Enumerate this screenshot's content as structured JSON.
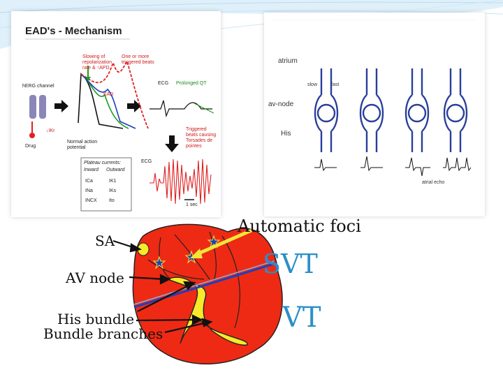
{
  "left_figure": {
    "title": "EAD's - Mechanism",
    "herg_label": "hERG channel",
    "drug_label": "Drug",
    "ikr_label": "↓IKr",
    "slowing_note": "Slowing of repolarization rate & ↑APD",
    "triggered_note": "One or more triggered beats",
    "ead_label": "EAD",
    "normal_ap_label": "Normal action potential",
    "ecg_label": "ECG",
    "prolonged_qt": "Prolonged QT",
    "torsades_note": "Triggered beats causing Torsades de pointes",
    "ecg2_label": "ECG",
    "scale_label": "1 sec",
    "plateau_title": "Plateau currents:",
    "inward_label": "Inward",
    "outward_label": "Outward",
    "inward_items": [
      "ICa",
      "INa",
      "INCX"
    ],
    "outward_items": [
      "IK1",
      "IKs",
      "Ito"
    ]
  },
  "right_figure": {
    "atrium": "atrium",
    "av_node": "av-node",
    "his": "His",
    "slow": "slow",
    "fast": "fast",
    "atrial_echo": "atrial echo"
  },
  "heart_labels": {
    "sa": "SA",
    "av_node": "AV node",
    "his_bundle": "His bundle",
    "bundle_branches": "Bundle branches",
    "automatic_foci": "Automatic foci",
    "svt": "SVT",
    "vt": "VT"
  },
  "colors": {
    "heart": "#ee2a14",
    "accent": "#2b8fc8",
    "arrow": "#f0e63a"
  }
}
